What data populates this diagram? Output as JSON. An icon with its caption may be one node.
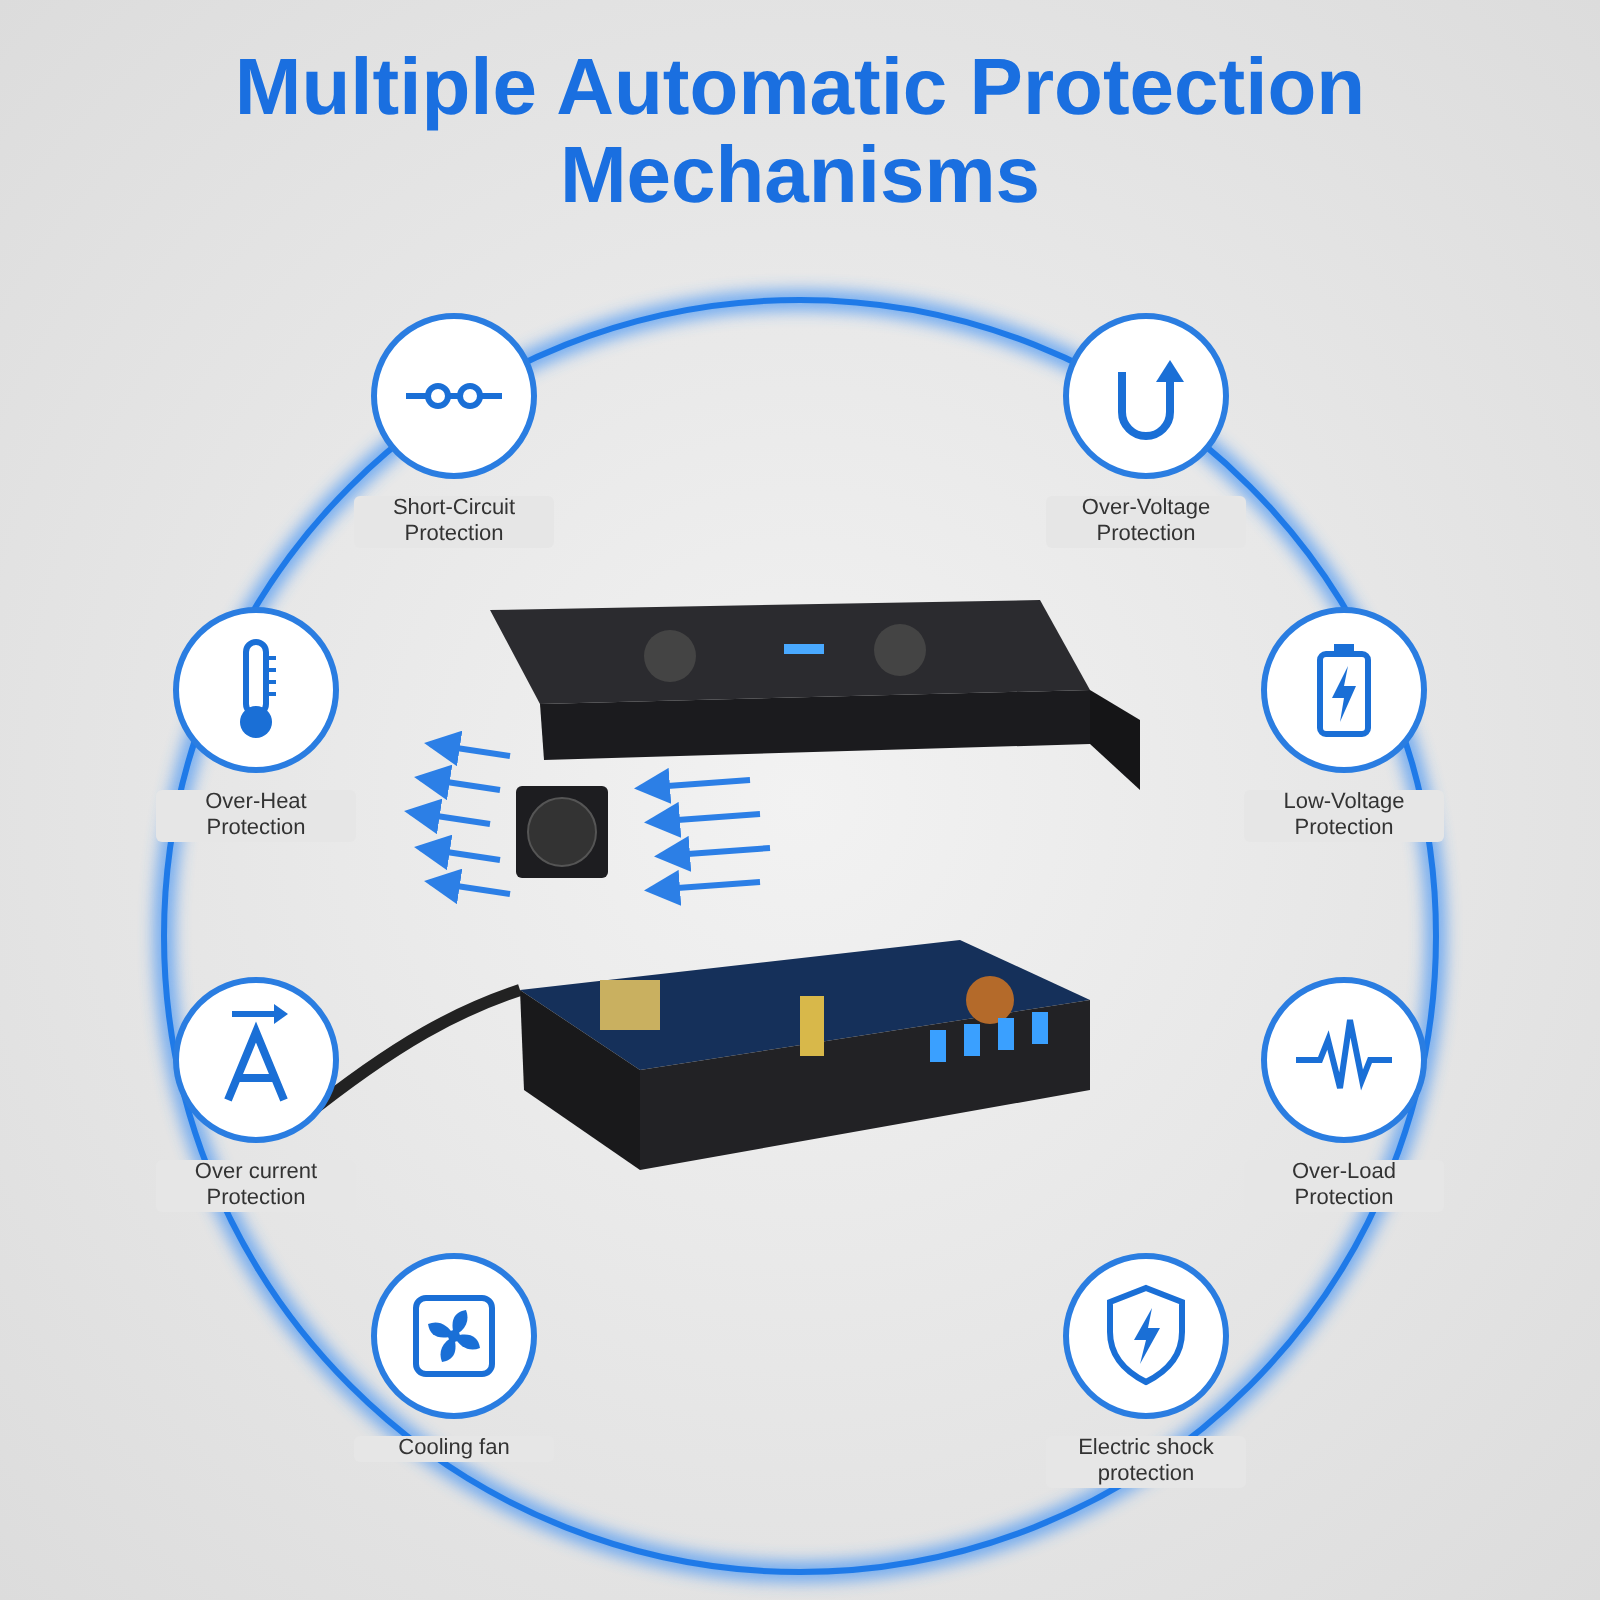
{
  "diagram": {
    "title": "Multiple Automatic Protection Mechanisms",
    "nodes": [
      {
        "text": [
          "Short-Circuit Protection"
        ]
      },
      {
        "text": [
          "Over-Voltage Protection"
        ]
      },
      {
        "text": [
          "Over-Heat Protection"
        ]
      },
      {
        "text": [
          "Low-Voltage Protection"
        ]
      },
      {
        "text": [
          "Over current Protection"
        ]
      },
      {
        "text": [
          "Over-Load Protection"
        ]
      },
      {
        "text": [
          "Cooling fan"
        ]
      },
      {
        "text": [
          "Electric shock protection"
        ]
      }
    ],
    "edges": []
  }
}
